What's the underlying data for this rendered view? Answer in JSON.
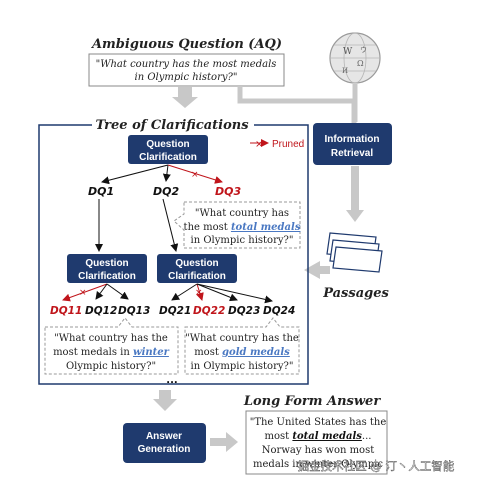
{
  "header": {
    "ambiguous_question_title": "Ambiguous Question (AQ)",
    "aq_text_line1": "\"What country has the most medals",
    "aq_text_line2": "in Olympic history?\""
  },
  "tree": {
    "title": "Tree of Clarifications",
    "pruned_label": "Pruned",
    "qc_label_line1": "Question",
    "qc_label_line2": "Clarification",
    "ellipsis": "...",
    "dq_labels": {
      "dq1": "DQ1",
      "dq2": "DQ2",
      "dq3": "DQ3",
      "dq11": "DQ11",
      "dq12": "DQ12",
      "dq13": "DQ13",
      "dq21": "DQ21",
      "dq22": "DQ22",
      "dq23": "DQ23",
      "dq24": "DQ24"
    },
    "dq2_bubble": {
      "line1": "\"What country has",
      "line2_pre": "the most ",
      "line2_em": "total medals",
      "line3": "in Olympic history?\""
    },
    "dq13_bubble": {
      "line1": "\"What country has the",
      "line2_pre": "most medals in ",
      "line2_em": "winter",
      "line3": "Olympic history?\""
    },
    "dq24_bubble": {
      "line1": "\"What country has the",
      "line2_pre": "most ",
      "line2_em": "gold medals",
      "line3": "in Olympic history?\""
    }
  },
  "retrieval": {
    "box_line1": "Information",
    "box_line2": "Retrieval",
    "passages_label": "Passages"
  },
  "answer": {
    "generation_line1": "Answer",
    "generation_line2": "Generation",
    "long_form_title": "Long Form Answer",
    "lf_line1": "\"The United States has the",
    "lf_line2_pre": "most ",
    "lf_line2_em": "total medals",
    "lf_line2_post": "...",
    "lf_line3": "Norway has won most",
    "lf_line4": "medals in winter Olympic"
  },
  "watermark": "掘金技术社区 @ 汀丶人工智能",
  "colors": {
    "navy": "#1f3a6e",
    "pruned_red": "#c0151b",
    "highlight_blue": "#4a78c2",
    "arrow_gray": "#c8c8c8"
  },
  "icons": [
    "wikipedia-globe-icon",
    "documents-stack-icon"
  ]
}
